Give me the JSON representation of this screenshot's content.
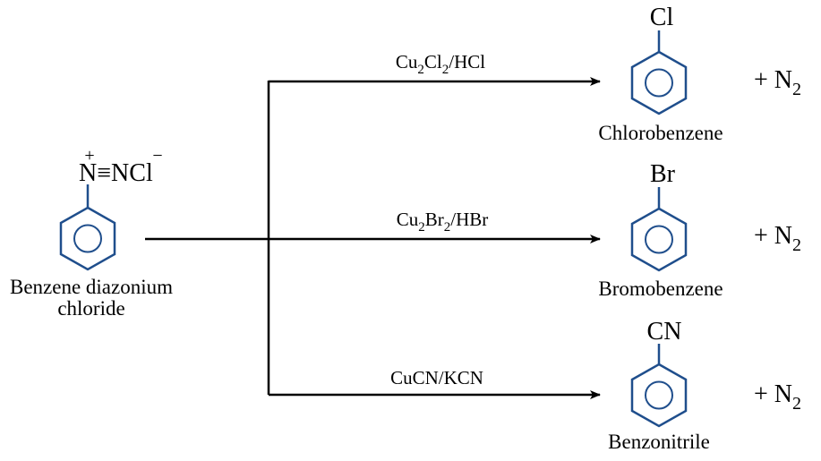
{
  "colors": {
    "ring": "#1f4e8c",
    "ink": "#000000"
  },
  "reactant": {
    "diazonium_n1": "N",
    "triple_bond": "≡",
    "diazonium_n2": "N",
    "counter_ion": "Cl",
    "plus_charge": "+",
    "minus_charge": "−",
    "name_line1": "Benzene diazonium",
    "name_line2": "chloride"
  },
  "reactions": [
    {
      "reagent_parts": [
        "Cu",
        "2",
        "Cl",
        "2",
        "/HCl"
      ],
      "substituent": "Cl",
      "product_name": "Chlorobenzene",
      "byproduct_plus": "+ N",
      "byproduct_sub": "2"
    },
    {
      "reagent_parts": [
        "Cu",
        "2",
        "Br",
        "2",
        "/HBr"
      ],
      "substituent": "Br",
      "product_name": "Bromobenzene",
      "byproduct_plus": "+ N",
      "byproduct_sub": "2"
    },
    {
      "reagent_parts": [
        "CuCN/KCN"
      ],
      "substituent": "CN",
      "product_name": "Benzonitrile",
      "byproduct_plus": "+ N",
      "byproduct_sub": "2"
    }
  ]
}
